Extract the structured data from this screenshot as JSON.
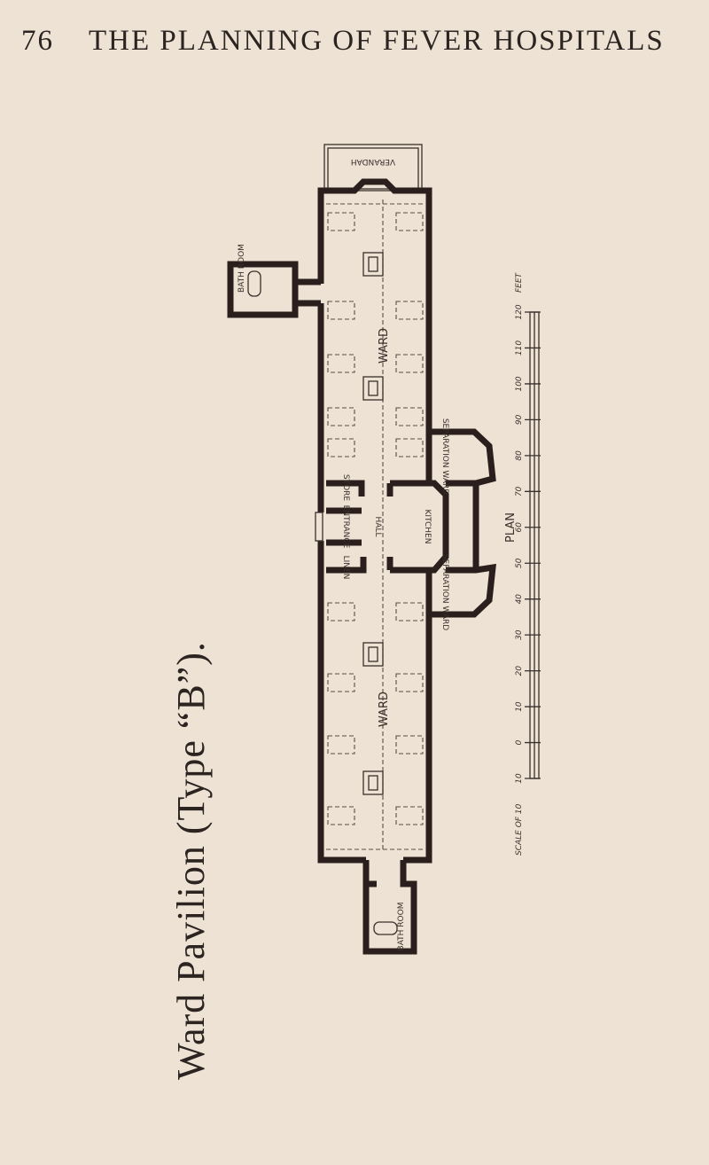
{
  "header": {
    "page_number": "76",
    "title": "THE PLANNING OF FEVER HOSPITALS"
  },
  "caption": "Ward Pavilion (Type “B”).",
  "plan": {
    "title": "PLAN",
    "rooms": {
      "verandah": "VERANDAH",
      "ward_upper": "WARD",
      "ward_lower": "WARD",
      "kitchen": "KITCHEN",
      "hall": "HALL",
      "store": "STORE",
      "linen": "LINEN",
      "entrance": "ENTRANCE",
      "separation_ward_1": "SEPARATION WARD",
      "separation_ward_2": "SEPARATION WARD",
      "bath_room_1": "BATH ROOM",
      "bath_room_2": "BATH ROOM"
    },
    "scale": {
      "label_start": "SCALE OF 10",
      "unit": "FEET",
      "ticks": [
        "10",
        "0",
        "10",
        "20",
        "30",
        "40",
        "50",
        "60",
        "70",
        "80",
        "90",
        "100",
        "110",
        "120"
      ]
    }
  }
}
